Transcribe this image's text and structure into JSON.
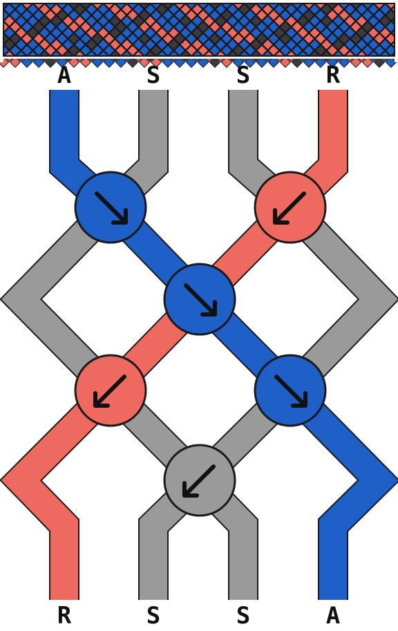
{
  "colors": {
    "A": "#1f5fc8",
    "R": "#ee6a60",
    "S": "#9a9a9a",
    "dark_cell": "#3b3b3f",
    "outline": "#1a1a1a",
    "arrow": "#111111"
  },
  "top_labels": [
    "A",
    "S",
    "S",
    "R"
  ],
  "bottom_labels": [
    "R",
    "S",
    "S",
    "A"
  ],
  "knots": [
    {
      "color": "A",
      "arrow": "forward"
    },
    {
      "color": "R",
      "arrow": "backward"
    },
    {
      "color": "A",
      "arrow": "forward"
    },
    {
      "color": "R",
      "arrow": "backward"
    },
    {
      "color": "A",
      "arrow": "forward"
    },
    {
      "color": "S",
      "arrow": "backward"
    }
  ]
}
